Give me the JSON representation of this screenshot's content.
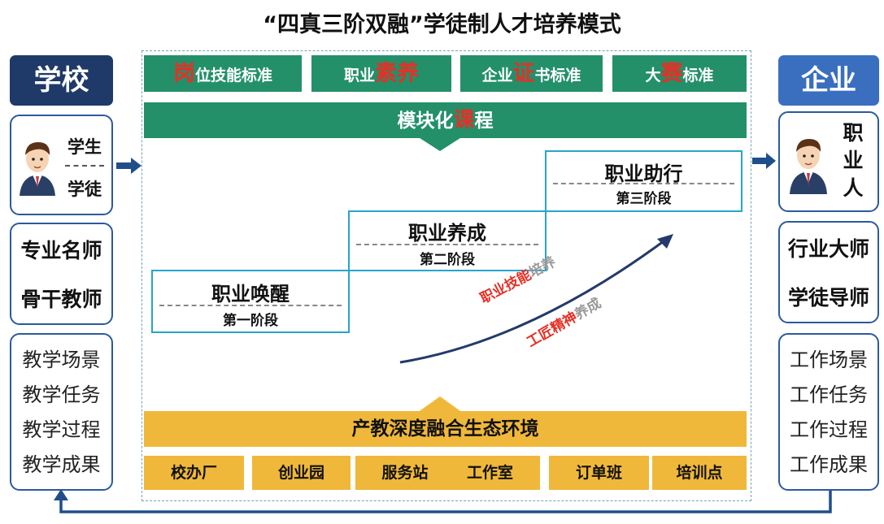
{
  "title": "“四真三阶双融”学徒制人才培养模式",
  "school": {
    "header": "学校",
    "student_top": "学生",
    "student_bottom": "学徒",
    "teachers": [
      "专业名师",
      "骨干教师"
    ],
    "teaching": [
      "教学场景",
      "教学任务",
      "教学过程",
      "教学成果"
    ]
  },
  "enterprise": {
    "header": "企业",
    "professional": [
      "职",
      "业",
      "人"
    ],
    "masters": [
      "行业大师",
      "学徒导师"
    ],
    "work": [
      "工作场景",
      "工作任务",
      "工作过程",
      "工作成果"
    ]
  },
  "standards": [
    {
      "highlight": "岗",
      "rest": "位技能标准"
    },
    {
      "pre": "职业",
      "highlight": "素养"
    },
    {
      "pre": "企业",
      "highlight": "证",
      "rest": "书标准"
    },
    {
      "pre": "大",
      "highlight": "赛",
      "rest": "标准"
    }
  ],
  "module": {
    "pre": "模块化",
    "highlight": "课",
    "post": "程"
  },
  "stages": [
    {
      "name": "职业唤醒",
      "sub": "第一阶段"
    },
    {
      "name": "职业养成",
      "sub": "第二阶段"
    },
    {
      "name": "职业助行",
      "sub": "第三阶段"
    }
  ],
  "curve_labels": {
    "skill_red": "职业技能",
    "skill_gray": "培养",
    "craft_red": "工匠精神",
    "craft_gray": "养成"
  },
  "ecosystem": "产教深度融合生态环境",
  "platforms": [
    "校办厂",
    "创业园",
    "服务站",
    "工作室",
    "订单班",
    "培训点"
  ],
  "colors": {
    "navy": "#1f3a68",
    "blue": "#3a6fc0",
    "green": "#23906a",
    "yellow": "#f0b83a",
    "red": "#e53025",
    "cyan": "#28a4c8"
  }
}
